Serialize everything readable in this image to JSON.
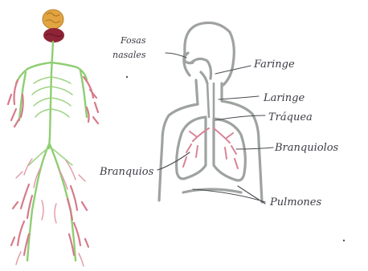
{
  "labels": {
    "fosas_nasales_1": "Fosas",
    "fosas_nasales_2": "nasales",
    "faringe": "Faringe",
    "laringe": "Laringe",
    "traquea": "Tráquea",
    "bronquiolos": "Branquiolos",
    "bronquios": "Branquios",
    "pulmones": "Pulmones"
  },
  "colors": {
    "body_outline": "#9ea3a0",
    "nerves": "#8fce73",
    "vessels": "#d77a8a",
    "brain_orange": "#e2a441",
    "brain_red": "#8e2436",
    "ink": "#3a3a44"
  }
}
